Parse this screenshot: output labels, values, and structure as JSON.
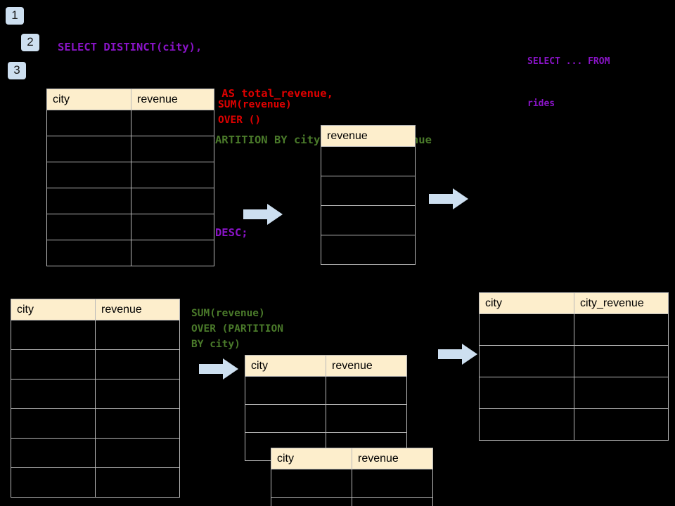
{
  "steps": [
    {
      "label": "1"
    },
    {
      "label": "2"
    },
    {
      "label": "3"
    }
  ],
  "sql": {
    "lines": [
      {
        "text": "SELECT DISTINCT(city),",
        "color": "purple"
      },
      {
        "text": "    SUM(revenue) OVER () AS total_revenue,",
        "color": "red"
      },
      {
        "text": "    SUM(revenue) OVER (PARTITION BY city) as city_revenue",
        "color": "green"
      },
      {
        "text": "  FROM rides",
        "color": "purple"
      },
      {
        "text": "  ORDER by city_revenue DESC;",
        "color": "purple"
      }
    ],
    "side_note_line1": "SELECT ... FROM",
    "side_note_line2": "rides"
  },
  "annotations": {
    "total_revenue": "SUM(revenue)\nOVER ()",
    "city_revenue": "SUM(revenue)\nOVER (PARTITION\nBY city)"
  },
  "tables": {
    "source_top": {
      "headers": [
        "city",
        "revenue"
      ],
      "rows": [
        [],
        [],
        [],
        [],
        [],
        []
      ]
    },
    "revenue_only": {
      "headers": [
        "revenue"
      ],
      "rows": [
        [],
        [],
        [],
        []
      ]
    },
    "source_bottom": {
      "headers": [
        "city",
        "revenue"
      ],
      "rows": [
        [],
        [],
        [],
        [],
        [],
        []
      ]
    },
    "partition_back": {
      "headers": [
        "city",
        "revenue"
      ],
      "rows": [
        [],
        [],
        []
      ]
    },
    "partition_front": {
      "headers": [
        "city",
        "revenue"
      ],
      "rows": [
        [],
        []
      ]
    },
    "result": {
      "headers": [
        "city",
        "city_revenue"
      ],
      "rows": [
        [],
        [],
        [],
        []
      ]
    }
  },
  "colors": {
    "background": "#000000",
    "header_fill": "#fdeecc",
    "grid_line": "#b9b9b9",
    "arrow_fill": "#cddff0",
    "badge_fill": "#cddff0",
    "purple": "#8a14c8",
    "red": "#e00000",
    "green": "#4a7a2a"
  }
}
